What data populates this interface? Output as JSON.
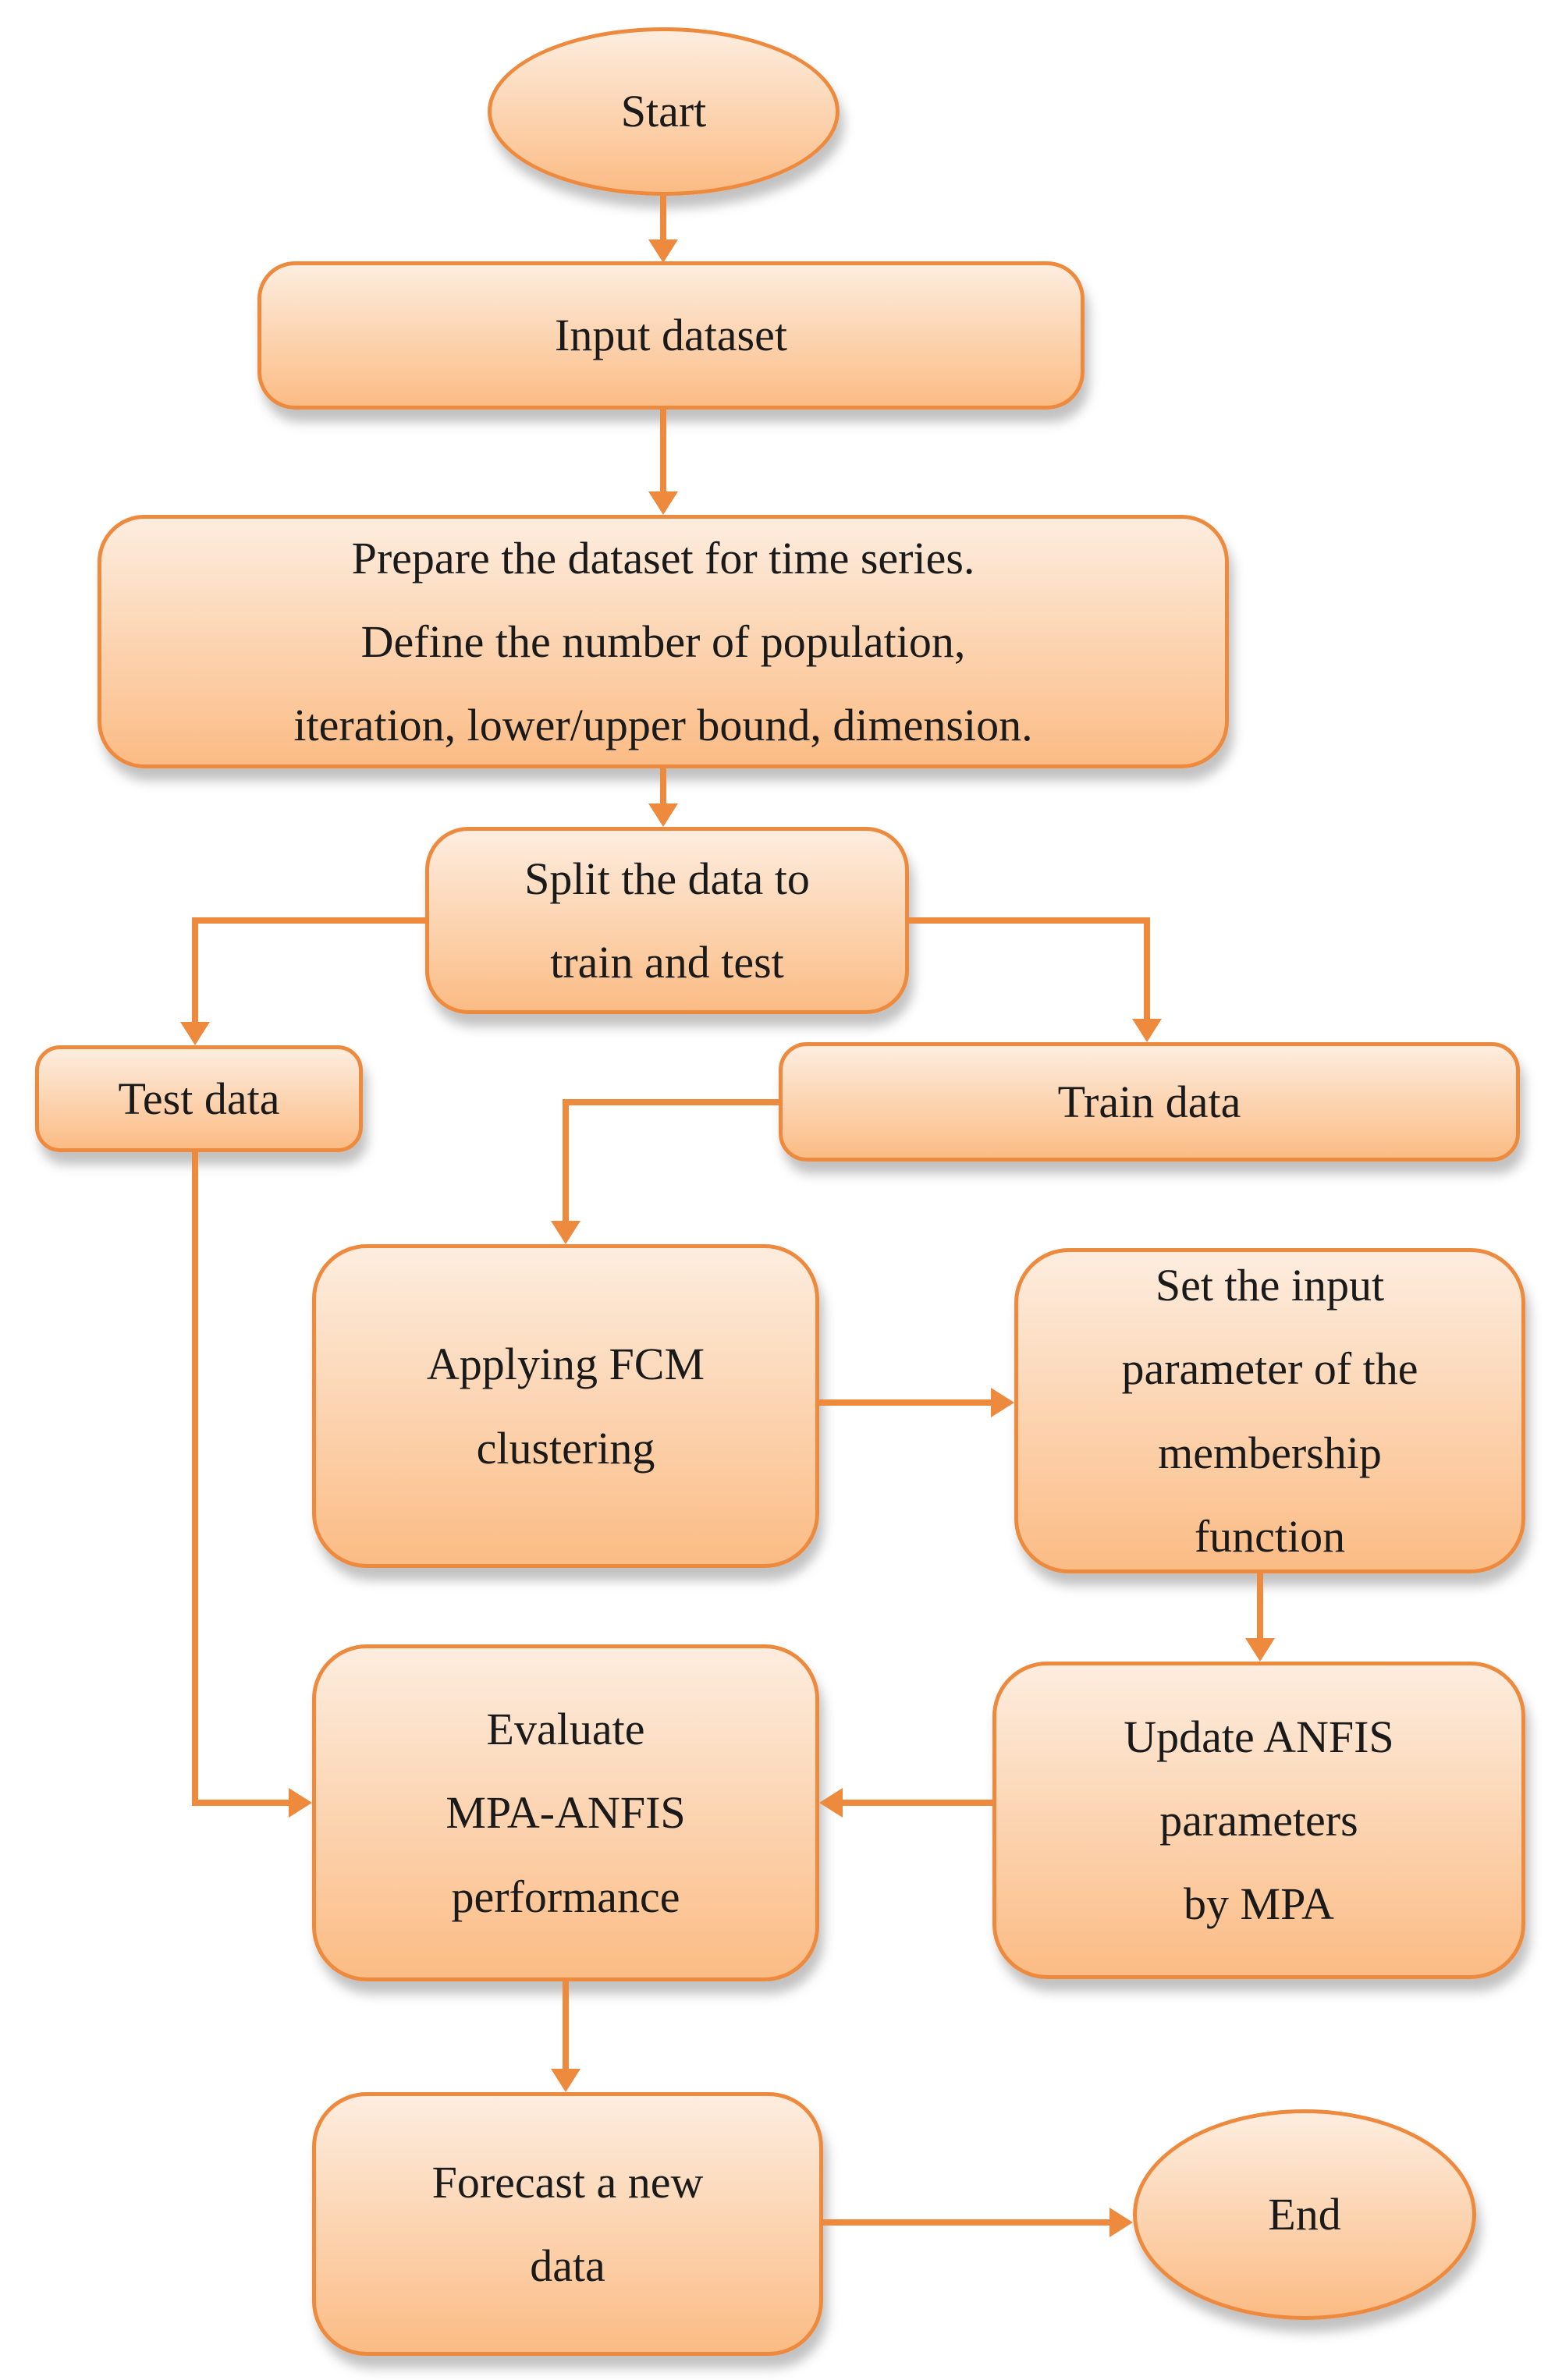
{
  "colors": {
    "node_border": "#ED8A3E",
    "node_fill_top": "#FDEDDF",
    "node_fill_bottom": "#FBBC85",
    "arrow": "#EE8A3D",
    "text": "#1A1A1A",
    "background": "#FFFFFF"
  },
  "nodes": {
    "start": {
      "label": "Start",
      "shape": "ellipse"
    },
    "input_dataset": {
      "label": "Input dataset",
      "shape": "rounded-rect"
    },
    "prepare": {
      "shape": "rounded-rect",
      "lines": [
        "Prepare the dataset for time series.",
        "Define the number of population,",
        "iteration, lower/upper bound, dimension."
      ]
    },
    "split": {
      "shape": "rounded-rect",
      "lines": [
        "Split the data to",
        "train and test"
      ]
    },
    "test_data": {
      "label": "Test data",
      "shape": "rounded-rect"
    },
    "train_data": {
      "label": "Train data",
      "shape": "rounded-rect"
    },
    "fcm": {
      "shape": "rounded-rect",
      "lines": [
        "Applying FCM",
        "clustering"
      ]
    },
    "set_input": {
      "shape": "rounded-rect",
      "lines": [
        "Set the input",
        "parameter of the",
        "membership",
        "function"
      ]
    },
    "update_anfis": {
      "shape": "rounded-rect",
      "lines": [
        "Update ANFIS",
        "parameters",
        "by MPA"
      ]
    },
    "evaluate": {
      "shape": "rounded-rect",
      "lines": [
        "Evaluate",
        "MPA-ANFIS",
        "performance"
      ]
    },
    "forecast": {
      "shape": "rounded-rect",
      "lines": [
        "Forecast a new",
        "data"
      ]
    },
    "end": {
      "label": "End",
      "shape": "ellipse"
    }
  },
  "edges": [
    {
      "from": "start",
      "to": "input_dataset"
    },
    {
      "from": "input_dataset",
      "to": "prepare"
    },
    {
      "from": "prepare",
      "to": "split"
    },
    {
      "from": "split",
      "to": "test_data"
    },
    {
      "from": "split",
      "to": "train_data"
    },
    {
      "from": "train_data",
      "to": "fcm"
    },
    {
      "from": "fcm",
      "to": "set_input"
    },
    {
      "from": "set_input",
      "to": "update_anfis"
    },
    {
      "from": "update_anfis",
      "to": "evaluate"
    },
    {
      "from": "test_data",
      "to": "evaluate"
    },
    {
      "from": "evaluate",
      "to": "forecast"
    },
    {
      "from": "forecast",
      "to": "end"
    }
  ]
}
